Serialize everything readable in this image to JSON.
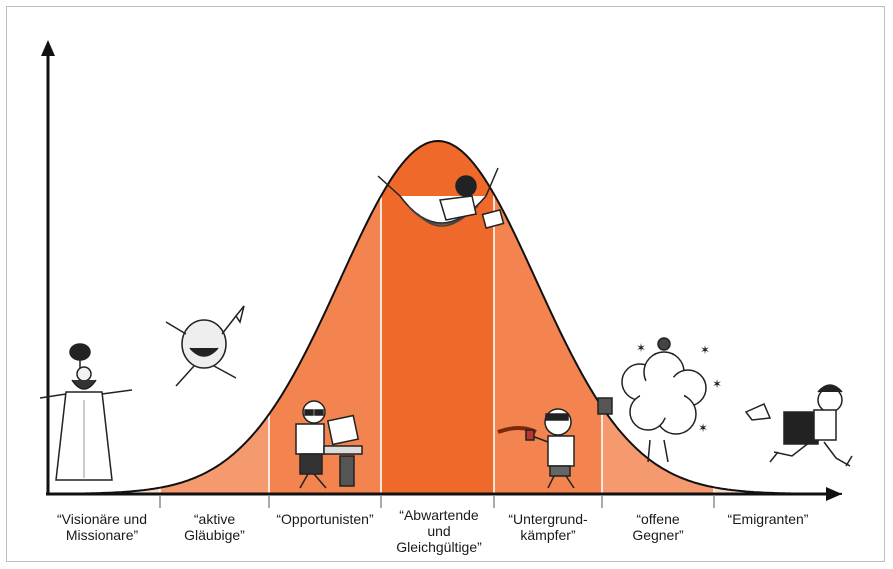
{
  "segments": [
    {
      "label": "“Visionäre und\nMissionare”"
    },
    {
      "label": "“aktive\nGläubige”"
    },
    {
      "label": "“Opportunisten”"
    },
    {
      "label": "“Abwartende\nund\nGleichgültige”"
    },
    {
      "label": "“Untergrund-\nkämpfer”"
    },
    {
      "label": "“offene\nGegner”"
    },
    {
      "label": "“Emigranten”"
    }
  ],
  "colors": {
    "segment_fills": [
      "#fbdccb",
      "#f49a6e",
      "#f4844f",
      "#ef6a2a",
      "#f4844f",
      "#f49a6e",
      "#fbdccb"
    ],
    "axis": "#111111",
    "divider": "#ffffff"
  },
  "icons": [
    "visionary-figure-icon",
    "jumping-believer-icon",
    "opportunist-at-computer-icon",
    "hammock-sleeper-icon",
    "sprayer-figure-icon",
    "brawl-cloud-icon",
    "running-emigrant-icon"
  ]
}
